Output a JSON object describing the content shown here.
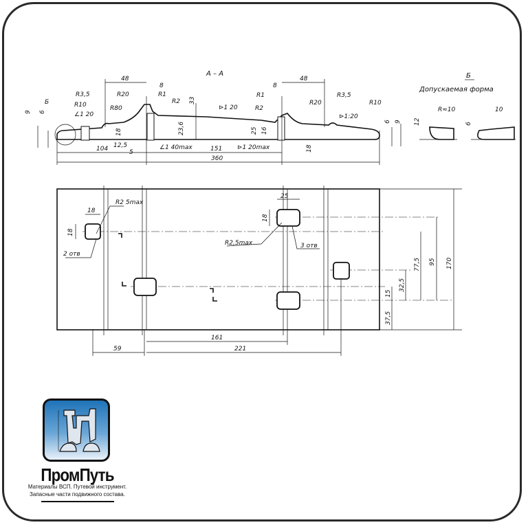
{
  "section": {
    "title": "А – А",
    "dims": {
      "d48_left": "48",
      "d8_left": "8",
      "d48_right": "48",
      "d8_right": "8",
      "r35_left": "R3,5",
      "r10_left": "R10",
      "r20_left": "R20",
      "r1_left": "R1",
      "r2_left": "R2",
      "r80": "R80",
      "slope_left": "∠1 20",
      "slope_mid": "⊳1 20",
      "slope_right": "⊳1:20",
      "d33": "33",
      "d23_6": "23,6",
      "d18_left": "18",
      "d12_5": "12,5",
      "d5": "5",
      "slope_40max": "∠1 40max",
      "slope_20max": "⊳1 20max",
      "d25": "25",
      "d16": "16",
      "d18_right": "18",
      "r1_right": "R1",
      "r2_right": "R2",
      "r20_right": "R20",
      "r35_right": "R3,5",
      "r10_right": "R10",
      "d9_left": "9",
      "d6_left": "6",
      "d6_right": "6",
      "d9_right": "9",
      "callout_b": "Б",
      "d104": "104",
      "d151": "151",
      "d360": "360"
    }
  },
  "detail": {
    "label": "Б",
    "caption": "Допускаемая форма",
    "r10": "R≈10",
    "d12": "12",
    "d6": "6",
    "d10": "10"
  },
  "plan": {
    "dims": {
      "d18_w": "18",
      "d18_h": "18",
      "r25max": "R2 5max",
      "holes_2": "2 отв",
      "d25": "25",
      "d18_h2": "18",
      "r2_5max": "R2,5max",
      "holes_3": "3 отв",
      "d161": "161",
      "d59": "59",
      "d221": "221",
      "d170": "170",
      "d95": "95",
      "d77_5": "77,5",
      "d32_5": "32,5",
      "d15": "15",
      "d37_5": "37,5"
    }
  },
  "logo": {
    "brand": "ПромПуть",
    "line1": "Материалы ВСП. Путевой инструмент.",
    "line2": "Запасные части подвижного состава."
  }
}
